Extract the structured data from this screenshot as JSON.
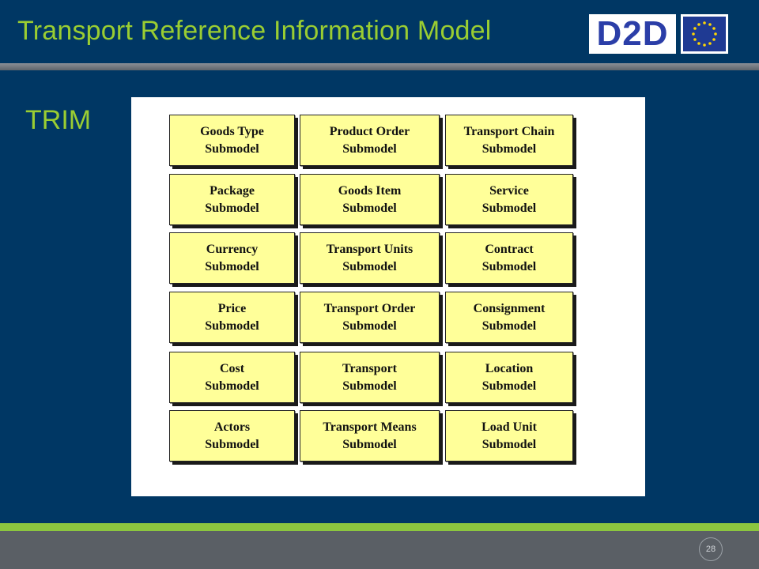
{
  "header": {
    "title": "Transport Reference Information Model",
    "logo_text": "D2D",
    "eu_flag_icon": "eu-flag-icon"
  },
  "slide": {
    "subtitle": "TRIM",
    "page_number": "28"
  },
  "diagram": {
    "columns": [
      [
        [
          "Goods Type",
          "Submodel"
        ],
        [
          "Package",
          "Submodel"
        ],
        [
          "Currency",
          "Submodel"
        ],
        [
          "Price",
          "Submodel"
        ],
        [
          "Cost",
          "Submodel"
        ],
        [
          "Actors",
          "Submodel"
        ]
      ],
      [
        [
          "Product Order",
          "Submodel"
        ],
        [
          "Goods Item",
          "Submodel"
        ],
        [
          "Transport Units",
          "Submodel"
        ],
        [
          "Transport Order",
          "Submodel"
        ],
        [
          "Transport",
          "Submodel"
        ],
        [
          "Transport Means",
          "Submodel"
        ]
      ],
      [
        [
          "Transport Chain",
          "Submodel"
        ],
        [
          "Service",
          "Submodel"
        ],
        [
          "Contract",
          "Submodel"
        ],
        [
          "Consignment",
          "Submodel"
        ],
        [
          "Location",
          "Submodel"
        ],
        [
          "Load Unit",
          "Submodel"
        ]
      ]
    ],
    "colors": {
      "box_fill": "#ffff99",
      "accent_green": "#9acd32",
      "background": "#003764"
    }
  }
}
